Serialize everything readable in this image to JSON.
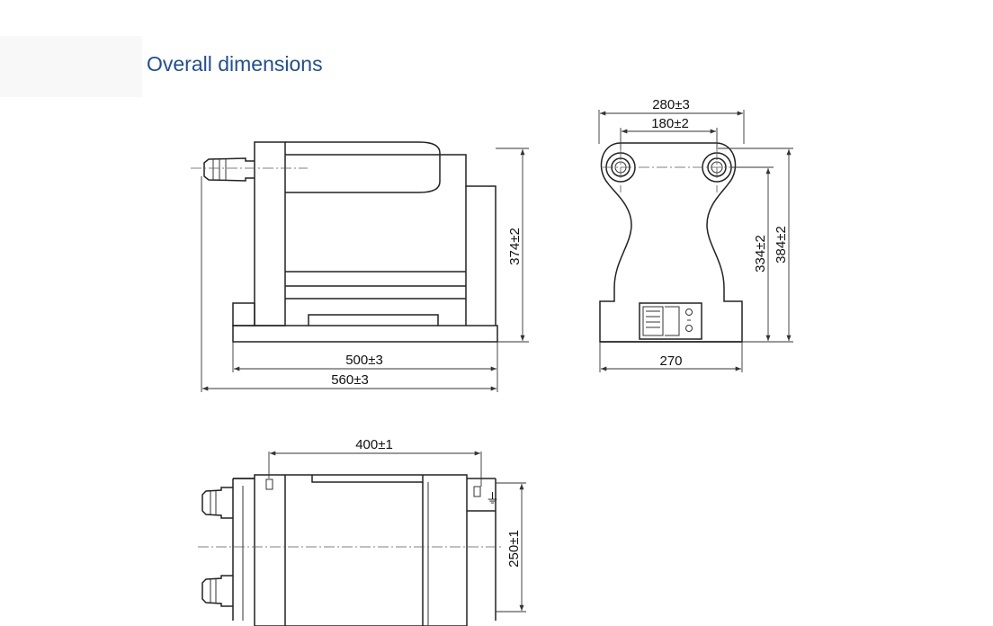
{
  "title": "Overall dimensions",
  "dimensions": {
    "front_height": "374±2",
    "front_inner_width": "500±3",
    "front_total_width": "560±3",
    "side_top_outer": "280±3",
    "side_top_inner": "180±2",
    "side_height_inner": "334±2",
    "side_height_outer": "384±2",
    "side_base": "270",
    "top_length": "400±1",
    "top_width": "250±1"
  }
}
